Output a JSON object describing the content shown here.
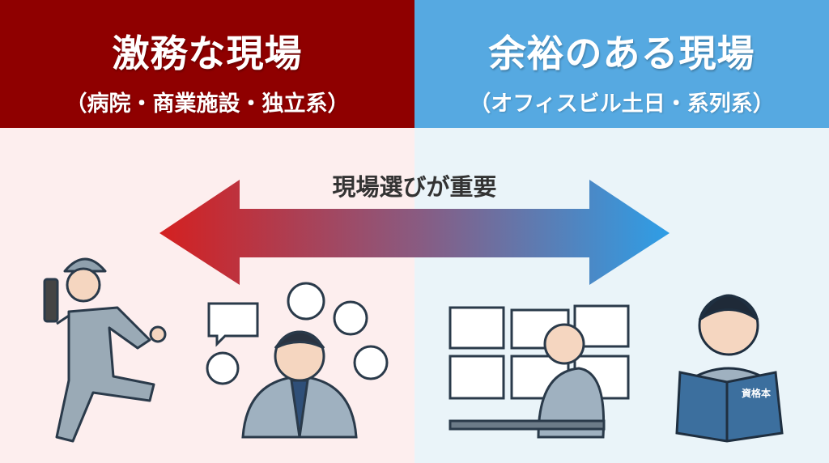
{
  "left": {
    "title": "激務な現場",
    "subtitle": "（病院・商業施設・独立系）",
    "color": "#8f0000"
  },
  "right": {
    "title": "余裕のある現場",
    "subtitle": "（オフィスビル土日・系列系）",
    "color": "#56a9e1"
  },
  "arrow": {
    "label": "現場選びが重要",
    "start_color": "#d42020",
    "end_color": "#2e9ee6"
  },
  "illustrations": {
    "book_label": "資格本"
  }
}
